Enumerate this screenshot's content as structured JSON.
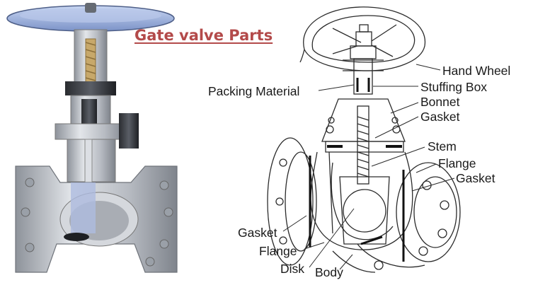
{
  "title": "Gate valve Parts",
  "colors": {
    "title": "#b34a4a",
    "line": "#2b2b2b",
    "hand_wheel": "#8fa6d8",
    "steel": "#c9ccd2"
  },
  "labels": {
    "hand_wheel": "Hand Wheel",
    "packing_material": "Packing Material",
    "stuffing_box": "Stuffing Box",
    "bonnet": "Bonnet",
    "gasket_bonnet": "Gasket",
    "stem": "Stem",
    "flange_right": "Flange",
    "gasket_right": "Gasket",
    "gasket_left": "Gasket",
    "flange_left": "Flange",
    "disk": "Disk",
    "body": "Body"
  }
}
